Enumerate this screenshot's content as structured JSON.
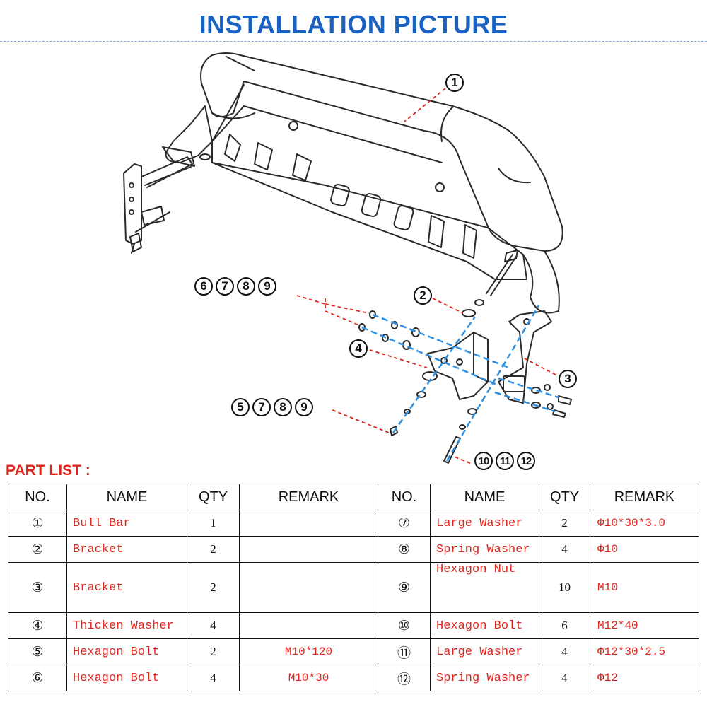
{
  "header": {
    "title": "INSTALLATION PICTURE"
  },
  "diagram": {
    "callouts": {
      "c1": [
        "1"
      ],
      "c2": [
        "2"
      ],
      "c3": [
        "3"
      ],
      "c4": [
        "4"
      ],
      "g6789": [
        "6",
        "7",
        "8",
        "9"
      ],
      "g5789": [
        "5",
        "7",
        "8",
        "9"
      ],
      "g101112": [
        "10",
        "11",
        "12"
      ]
    },
    "colors": {
      "outline": "#2a2a2a",
      "leader": "#e0231b",
      "assembly_axis": "#2f8fe0"
    }
  },
  "parts": {
    "title": "PART LIST :",
    "headers": [
      "NO.",
      "NAME",
      "QTY",
      "REMARK",
      "NO.",
      "NAME",
      "QTY",
      "REMARK"
    ],
    "rows": [
      {
        "left": {
          "no": "①",
          "name": "Bull Bar",
          "qty": "1",
          "remark": ""
        },
        "right": {
          "no": "⑦",
          "name": "Large Washer",
          "qty": "2",
          "remark": "Φ10*30*3.0"
        }
      },
      {
        "left": {
          "no": "②",
          "name": "Bracket",
          "qty": "2",
          "remark": ""
        },
        "right": {
          "no": "⑧",
          "name": "Spring Washer",
          "qty": "4",
          "remark": "Φ10"
        }
      },
      {
        "left": {
          "no": "③",
          "name": "Bracket",
          "qty": "2",
          "remark": ""
        },
        "right": {
          "no": "⑨",
          "name": "Hexagon Nut",
          "qty": "10",
          "remark": "M10"
        }
      },
      {
        "left": {
          "no": "④",
          "name": "Thicken Washer",
          "qty": "4",
          "remark": ""
        },
        "right": {
          "no": "⑩",
          "name": "Hexagon Bolt",
          "qty": "6",
          "remark": "M12*40"
        }
      },
      {
        "left": {
          "no": "⑤",
          "name": "Hexagon Bolt",
          "qty": "2",
          "remark": "M10*120"
        },
        "right": {
          "no": "⑪",
          "name": "Large Washer",
          "qty": "4",
          "remark": "Φ12*30*2.5"
        }
      },
      {
        "left": {
          "no": "⑥",
          "name": "Hexagon Bolt",
          "qty": "4",
          "remark": "M10*30"
        },
        "right": {
          "no": "⑫",
          "name": "Spring Washer",
          "qty": "4",
          "remark": "Φ12"
        }
      }
    ]
  }
}
